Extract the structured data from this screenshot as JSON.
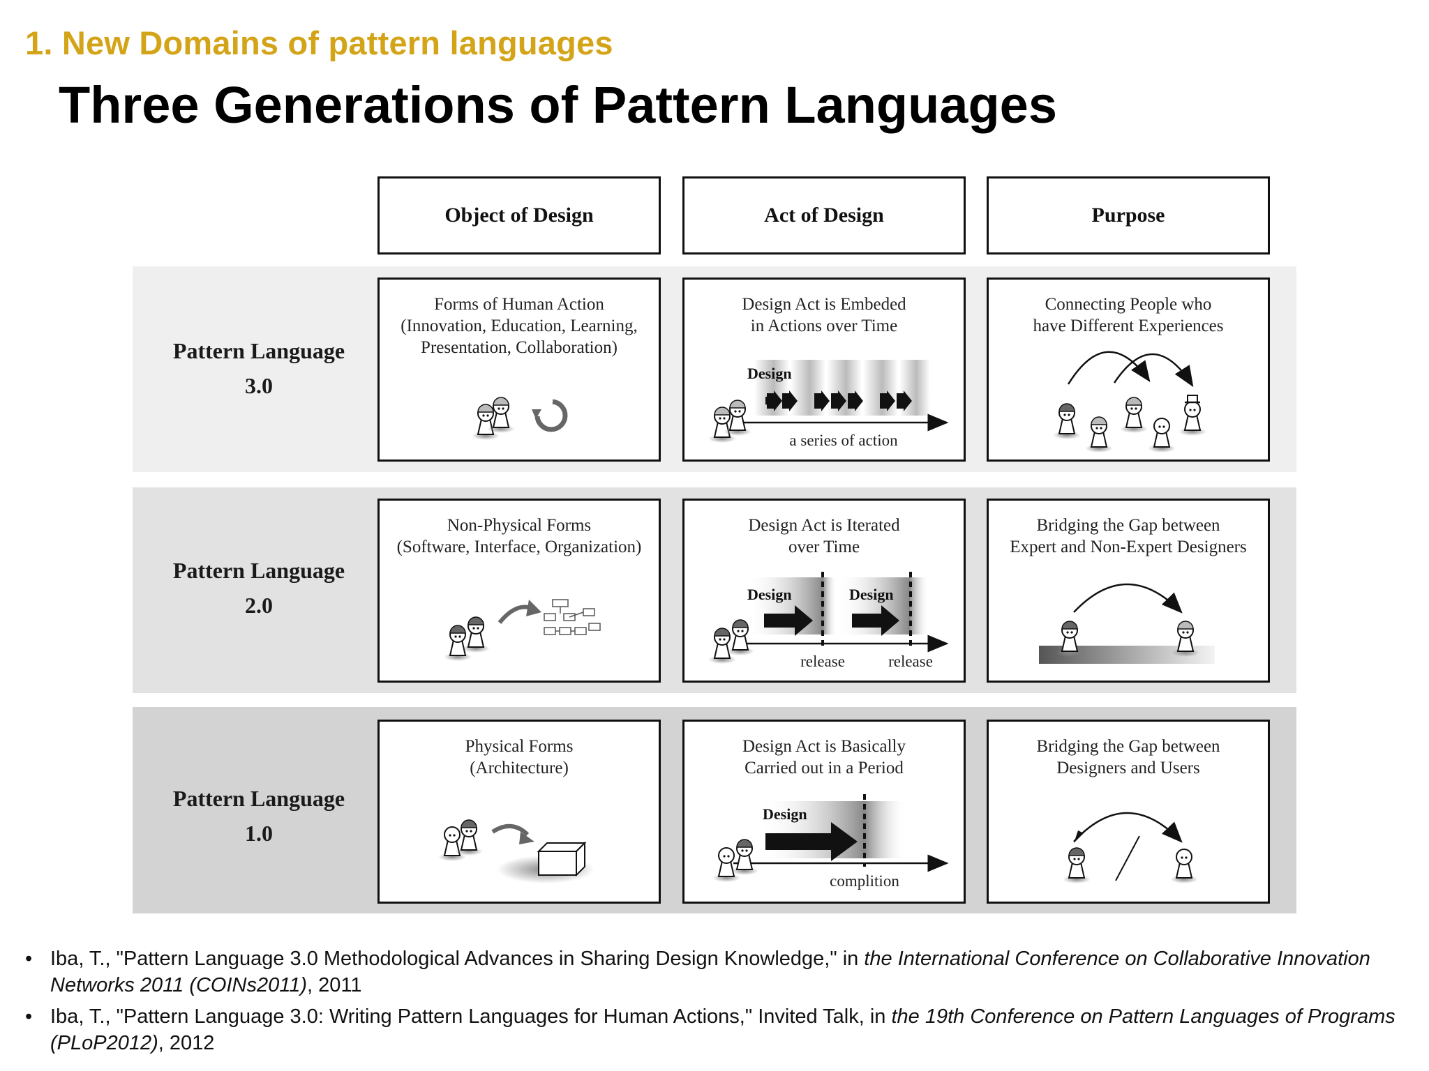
{
  "section_title": "1. New Domains of pattern languages",
  "title": "Three Generations of Pattern Languages",
  "columns": [
    "Object of Design",
    "Act of Design",
    "Purpose"
  ],
  "rows": [
    {
      "label_line1": "Pattern Language",
      "label_line2": "3.0",
      "object": "Forms of Human Action\n(Innovation, Education, Learning,\nPresentation, Collaboration)",
      "act": "Design Act is Embeded\nin Actions over Time",
      "act_design": "Design",
      "act_axis": "a series of action",
      "purpose": "Connecting People who\nhave Different Experiences"
    },
    {
      "label_line1": "Pattern Language",
      "label_line2": "2.0",
      "object": "Non-Physical Forms\n(Software, Interface, Organization)",
      "act": "Design Act is Iterated\nover Time",
      "act_design_1": "Design",
      "act_design_2": "Design",
      "act_release_1": "release",
      "act_release_2": "release",
      "purpose": "Bridging the Gap between\nExpert and Non-Expert Designers"
    },
    {
      "label_line1": "Pattern Language",
      "label_line2": "1.0",
      "object": "Physical Forms\n(Architecture)",
      "act": "Design Act is Basically\nCarried out in a Period",
      "act_design": "Design",
      "act_axis": "complition",
      "purpose": "Bridging the Gap between\nDesigners and Users"
    }
  ],
  "references": [
    {
      "pre": "Iba, T., \"Pattern Language 3.0 Methodological Advances in Sharing Design Knowledge,\" in ",
      "venue": "the International Conference on Collaborative Innovation Networks 2011 (COINs2011)",
      "post": ", 2011"
    },
    {
      "pre": "Iba, T., \"Pattern Language 3.0: Writing Pattern Languages for Human Actions,\" Invited Talk, in ",
      "venue": "the 19th Conference on Pattern Languages of Programs (PLoP2012)",
      "post": ", 2012"
    }
  ]
}
